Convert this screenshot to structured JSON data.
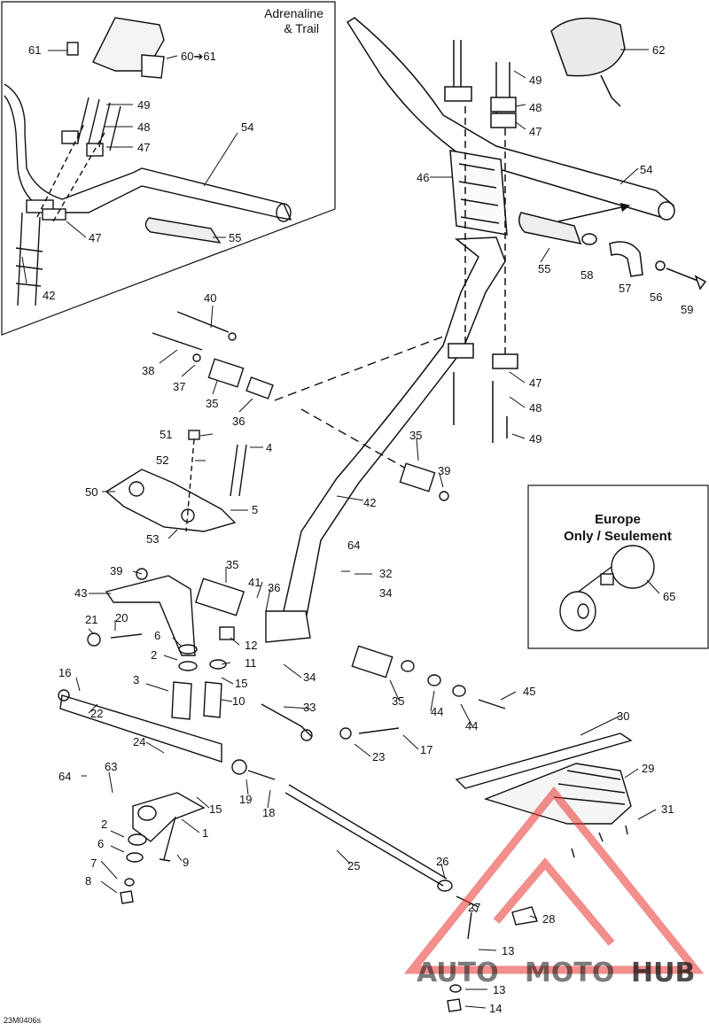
{
  "header": {
    "variant_line1": "Adrenaline",
    "variant_line2": "& Trail"
  },
  "europe_box": {
    "line1": "Europe",
    "line2": "Only / Seulement"
  },
  "footer": {
    "drawing_code": "23M0406s"
  },
  "watermark": {
    "text_auto": "AUTO",
    "text_moto": "MOTO",
    "text_hub": "HUB",
    "color_red": "#e8322d",
    "color_grey": "#5a5a5a"
  },
  "callouts": [
    "61",
    "60➔61",
    "62",
    "49",
    "49",
    "48",
    "48",
    "47",
    "47",
    "47",
    "54",
    "54",
    "46",
    "55",
    "55",
    "58",
    "57",
    "56",
    "59",
    "42",
    "42",
    "40",
    "38",
    "37",
    "35",
    "36",
    "35",
    "39",
    "47",
    "48",
    "49",
    "51",
    "4",
    "52",
    "50",
    "5",
    "53",
    "35",
    "39",
    "64",
    "32",
    "34",
    "43",
    "41",
    "36",
    "21",
    "20",
    "6",
    "12",
    "2",
    "11",
    "3",
    "15",
    "10",
    "16",
    "22",
    "34",
    "33",
    "35",
    "44",
    "44",
    "45",
    "30",
    "29",
    "17",
    "24",
    "23",
    "63",
    "64",
    "15",
    "19",
    "18",
    "1",
    "31",
    "2",
    "6",
    "9",
    "25",
    "26",
    "7",
    "8",
    "27",
    "28",
    "13",
    "13",
    "14",
    "65"
  ]
}
